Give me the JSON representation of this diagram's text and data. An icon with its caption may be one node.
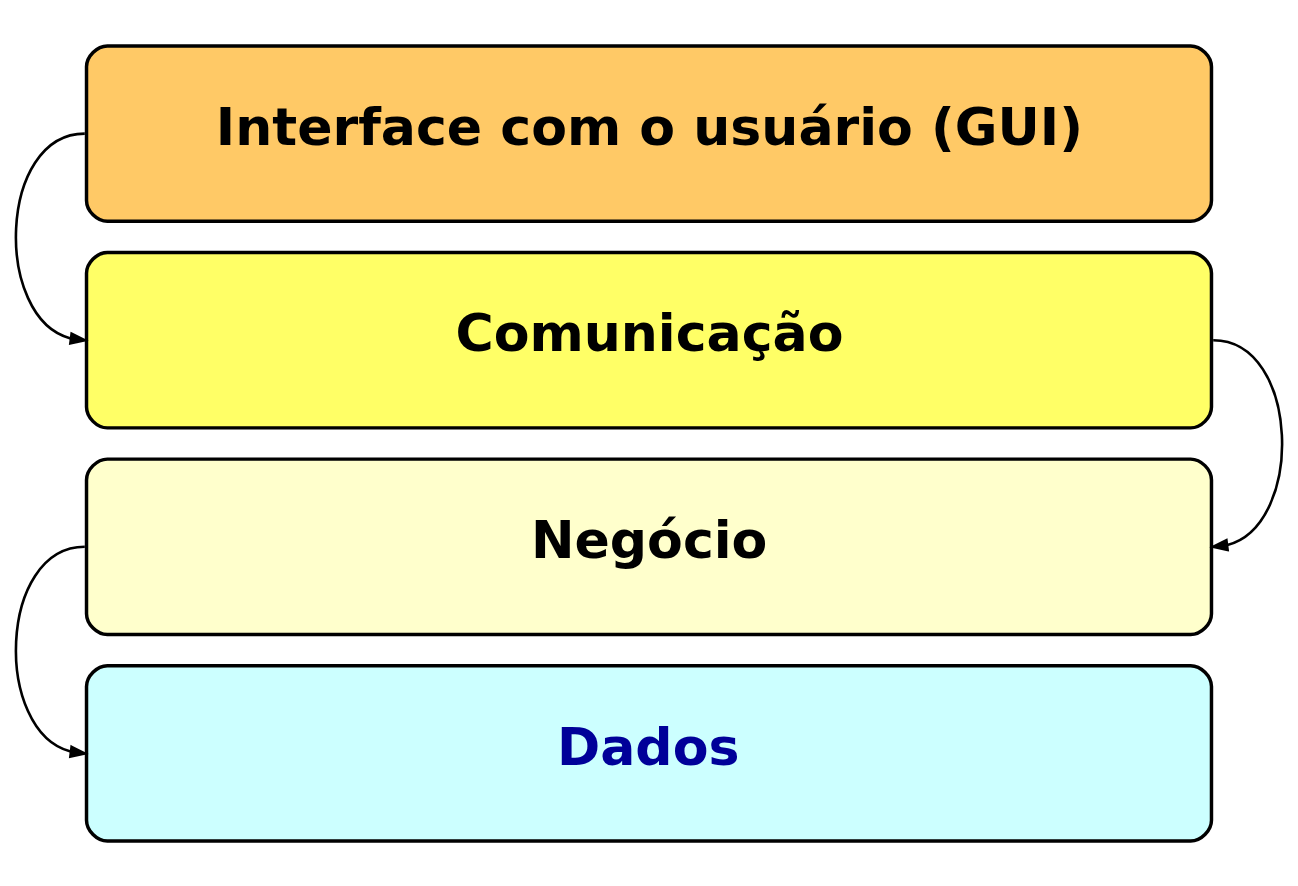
{
  "diagram": {
    "nodes": [
      {
        "text": [
          "Interface com o usuário (GUI)"
        ]
      },
      {
        "text": [
          "Comunicação"
        ]
      },
      {
        "text": [
          "Negócio"
        ]
      },
      {
        "text": [
          "Dados"
        ]
      }
    ],
    "edges": [
      {
        "from": 0,
        "to": 1,
        "arrow": "to"
      },
      {
        "from": 1,
        "to": 2,
        "arrow": "to"
      },
      {
        "from": 2,
        "to": 3,
        "arrow": "to"
      }
    ]
  }
}
